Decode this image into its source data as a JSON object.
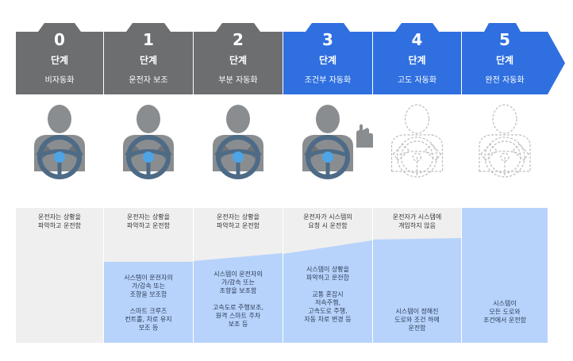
{
  "colors": {
    "gray_header": "#6d6e70",
    "blue_header": "#2f6fe0",
    "gray_panel": "#efefef",
    "blue_panel": "#b7d3fb",
    "figure_gray": "#8a8d90",
    "wheel_rim": "#4d6b86",
    "wheel_hub": "#4da4e6",
    "dashed_outline": "#bcbcbc"
  },
  "levels": [
    {
      "number": "0",
      "step": "단계",
      "name": "비자동화",
      "figure": "driver-hands-on-icon",
      "human_text": [
        "운전자는 상황을",
        "파악하고 운전함"
      ],
      "system_text": []
    },
    {
      "number": "1",
      "step": "단계",
      "name": "운전자 보조",
      "figure": "driver-hands-on-icon",
      "human_text": [
        "운전자는 상황을",
        "파악하고 운전함"
      ],
      "system_text": [
        "시스템이 운전자의",
        "가/감속 또는",
        "조향을 보조함",
        "",
        "스마트 크루즈",
        "컨트롤, 차로 유지",
        "보조 등"
      ]
    },
    {
      "number": "2",
      "step": "단계",
      "name": "부분 자동화",
      "figure": "driver-hands-on-icon",
      "human_text": [
        "운전자는 상황을",
        "파악하고 운전함"
      ],
      "system_text": [
        "시스템이 운전자의",
        "가/감속 또는",
        "조향을 보조함",
        "",
        "고속도로 주행보조,",
        "원격 스마트 주차",
        "보조 등"
      ]
    },
    {
      "number": "3",
      "step": "단계",
      "name": "조건부 자동화",
      "figure": "driver-hand-raised-icon",
      "human_text": [
        "운전자가 시스템의",
        "요청 시 운전함"
      ],
      "system_text": [
        "시스템이 상황을",
        "파악하고 운전함",
        "",
        "교통 혼잡시",
        "저속주행,",
        "고속도로 주행,",
        "자동 차로 변경 등"
      ]
    },
    {
      "number": "4",
      "step": "단계",
      "name": "고도 자동화",
      "figure": "driver-dashed-outline-icon",
      "human_text": [
        "운전자가 시스템에",
        "개입하지 않음"
      ],
      "system_text": [
        "시스템이 정해진",
        "도로와 조건 하에",
        "운전함"
      ]
    },
    {
      "number": "5",
      "step": "단계",
      "name": "완전 자동화",
      "figure": "driver-dashed-outline-icon",
      "human_text": [],
      "system_text": [
        "시스템이",
        "모든 도로와",
        "조건에서 운전함"
      ]
    }
  ]
}
